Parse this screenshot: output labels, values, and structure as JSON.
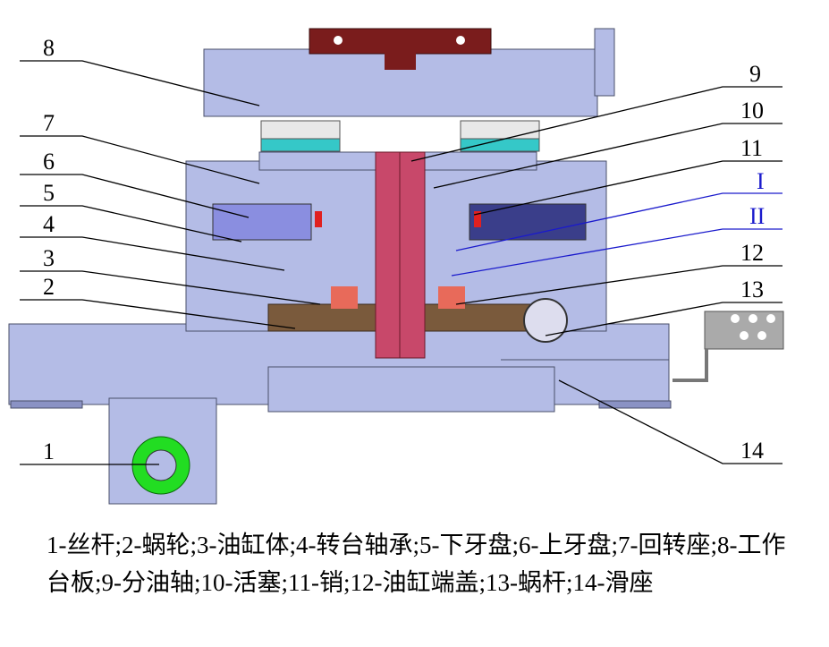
{
  "labels": {
    "l1": "1",
    "l2": "2",
    "l3": "3",
    "l4": "4",
    "l5": "5",
    "l6": "6",
    "l7": "7",
    "l8": "8",
    "l9": "9",
    "l10": "10",
    "l11": "11",
    "lI": "I",
    "lII": "II",
    "l12": "12",
    "l13": "13",
    "l14": "14"
  },
  "caption": "1-丝杆;2-蜗轮;3-油缸体;4-转台轴承;5-下牙盘;6-上牙盘;7-回转座;8-工作台板;9-分油轴;10-活塞;11-销;12-油缸端盖;13-蜗杆;14-滑座",
  "colors": {
    "body": "#b4bce6",
    "shaft": "#c8486a",
    "worm_wheel": "#7a5a3c",
    "seal": "#e86a5a",
    "screw": "#22dd22",
    "top_bracket": "#7a1c1c",
    "cyan_ring": "#35c8c8",
    "blue_label": "#1a1acc"
  }
}
